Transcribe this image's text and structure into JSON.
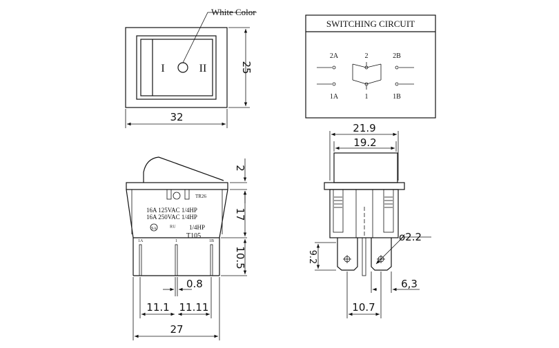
{
  "front_view": {
    "callout": "White Color",
    "mark_left": "I",
    "mark_right": "II",
    "width": "32",
    "height": "25"
  },
  "circuit": {
    "title": "SWITCHING CIRCUIT",
    "labels": {
      "2A": "2A",
      "2": "2",
      "2B": "2B",
      "1A": "1A",
      "1": "1",
      "1B": "1B"
    }
  },
  "side_view": {
    "model_code": "TR26",
    "rating1": "16A 125VAC 1/4HP",
    "rating2": "16A 250VAC 1/4HP",
    "rating3": "1/4HP",
    "cert1": "SA",
    "cert2": "ᴿᵁ",
    "model": "T105",
    "pin_1a": "1A",
    "pin_1": "1",
    "pin_1b": "1B",
    "dims": {
      "top": "2",
      "body": "17",
      "terminal": "10.5",
      "pin": "0.8",
      "pitch_left": "11.1",
      "pitch_right": "11.11",
      "total": "27"
    }
  },
  "end_view": {
    "dims": {
      "outer": "21.9",
      "inner": "19.2",
      "hole": "ø2.2",
      "terminal_height": "9.2",
      "terminal_width": "6,3",
      "pin_span": "10.7"
    }
  }
}
